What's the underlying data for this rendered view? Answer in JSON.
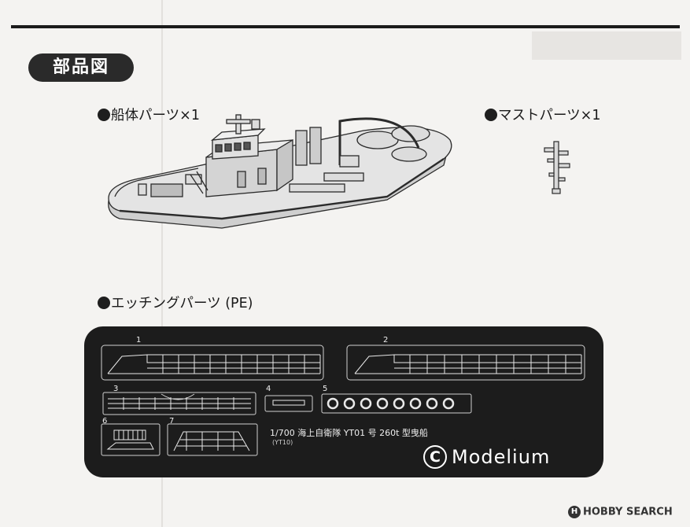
{
  "section_badge": "部品図",
  "parts": {
    "hull_label": "船体パーツ×1",
    "mast_label": "マストパーツ×1",
    "pe_label": "エッチングパーツ (PE)"
  },
  "pe_sheet": {
    "numbers": [
      "1",
      "2",
      "3",
      "4",
      "5",
      "6",
      "7"
    ],
    "caption": "1/700  海上自衛隊  YT01 号 260t 型曳船",
    "subcaption": "(YT10)",
    "brand_mark": "C",
    "brand_name": "Modelium"
  },
  "watermark": {
    "logo": "H",
    "text": "HOBBY SEARCH"
  },
  "colors": {
    "paper": "#f4f3f1",
    "ink": "#1a1a1a",
    "panel": "#1c1c1c",
    "hull_grey": "#d9d9d9"
  },
  "icons": [
    "bullet-icon",
    "copyright-circle-icon",
    "hobby-search-logo-icon"
  ]
}
